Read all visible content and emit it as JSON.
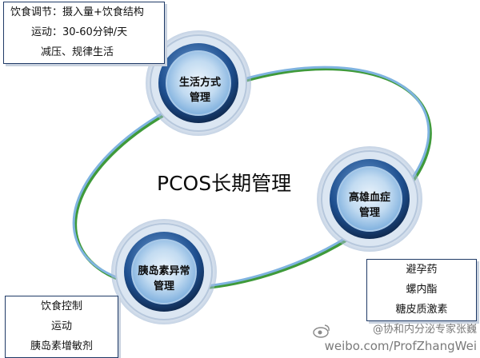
{
  "diagram": {
    "title": "PCOS长期管理",
    "nodes": [
      {
        "id": "lifestyle",
        "label_line1": "生活方式",
        "label_line2": "管理"
      },
      {
        "id": "hyperandrogenism",
        "label_line1": "高雄血症",
        "label_line2": "管理"
      },
      {
        "id": "insulin",
        "label_line1": "胰岛素异常",
        "label_line2": "管理"
      }
    ],
    "boxes": {
      "lifestyle": [
        "饮食调节：摄入量+饮食结构",
        "运动：30-60分钟/天",
        "减压、规律生活"
      ],
      "hyperandrogenism": [
        "避孕药",
        "螺内酯",
        "糖皮质激素"
      ],
      "insulin": [
        "饮食控制",
        "运动",
        "胰岛素增敏剂"
      ]
    },
    "colors": {
      "ring_blue": "#4a90c8",
      "ring_green": "#3f9a3a",
      "node_dark": "#1b3f73",
      "node_light": "#bcd7f0"
    }
  },
  "watermark": {
    "handle": "@协和内分泌专家张巍",
    "url": "weibo.com/ProfZhangWei"
  }
}
